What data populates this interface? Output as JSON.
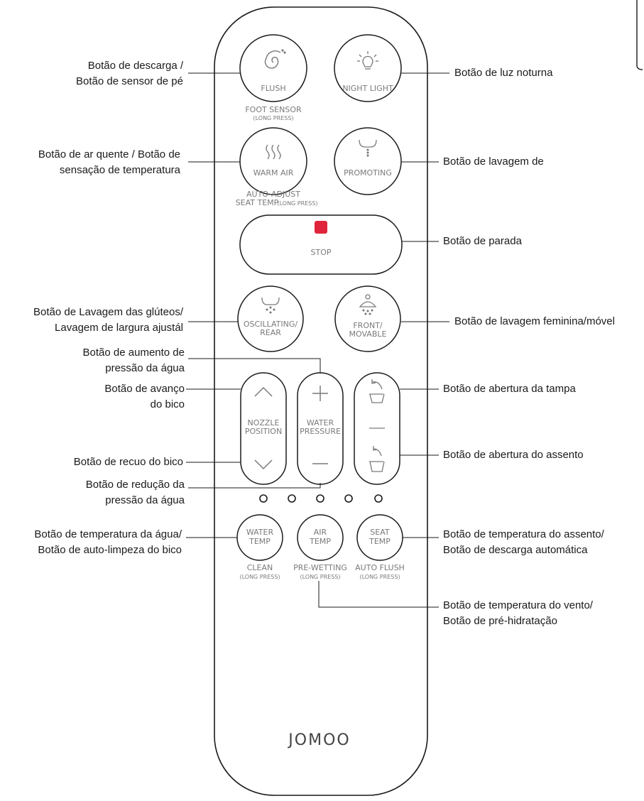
{
  "remote": {
    "brand": "JOMOO",
    "buttons": {
      "flush": {
        "label": "FLUSH",
        "sub1": "FOOT SENSOR",
        "sub2": "(LONG PRESS)"
      },
      "night_light": {
        "label": "NIGHT LIGHT"
      },
      "warm_air": {
        "label": "WARM AIR",
        "sub1": "AUTO-ADJUST",
        "sub2a": "SEAT TEMP",
        "sub2b": "(LONG PRESS)"
      },
      "promoting": {
        "label": "PROMOTING"
      },
      "stop": {
        "label": "STOP",
        "icon_color": "#e0243b"
      },
      "oscillating": {
        "label1": "OSCILLATING/",
        "label2": "REAR"
      },
      "front": {
        "label1": "FRONT/",
        "label2": "MOVABLE"
      },
      "nozzle": {
        "label1": "NOZZLE",
        "label2": "POSITION"
      },
      "water_pressure": {
        "label1": "WATER",
        "label2": "PRESSURE"
      },
      "water_temp": {
        "label1": "WATER",
        "label2": "TEMP",
        "sub1": "CLEAN",
        "sub2": "(LONG PRESS)"
      },
      "air_temp": {
        "label1": "AIR",
        "label2": "TEMP",
        "sub1": "PRE-WETTING",
        "sub2": "(LONG PRESS)"
      },
      "seat_temp": {
        "label1": "SEAT",
        "label2": "TEMP",
        "sub1": "AUTO FLUSH",
        "sub2": "(LONG PRESS)"
      }
    }
  },
  "annotations": {
    "flush": [
      "Botão de descarga /",
      "Botão de sensor de pé"
    ],
    "night_light": [
      "Botão de luz noturna"
    ],
    "warm_air": [
      "Botão de ar quente / Botão de",
      "sensação de temperatura"
    ],
    "promoting": [
      "Botão de lavagem de"
    ],
    "stop": [
      "Botão de parada"
    ],
    "rear_wash": [
      "Botão de Lavagem das glúteos/",
      "Lavagem de largura ajustál"
    ],
    "front_wash": [
      "Botão de lavagem feminina/móvel"
    ],
    "pressure_up": [
      "Botão de aumento de",
      "pressão da água"
    ],
    "nozzle_forward": [
      "Botão de avanço",
      "do bico"
    ],
    "lid_open": [
      "Botão de abertura da tampa"
    ],
    "seat_open": [
      "Botão de abertura do assento"
    ],
    "nozzle_back": [
      "Botão de recuo do bico"
    ],
    "pressure_down": [
      "Botão de redução da",
      "pressão da água"
    ],
    "water_temp": [
      "Botão de temperatura da água/",
      "Botão de auto-limpeza do bico"
    ],
    "seat_temp": [
      "Botão de temperatura do assento/",
      "Botão de descarga automática"
    ],
    "air_temp": [
      "Botão de temperatura do vento/",
      "Botão de pré-hidratação"
    ]
  },
  "colors": {
    "outline": "#1a1a1a",
    "accent_stop": "#e0243b",
    "label_gray": "#7a7a7a"
  }
}
